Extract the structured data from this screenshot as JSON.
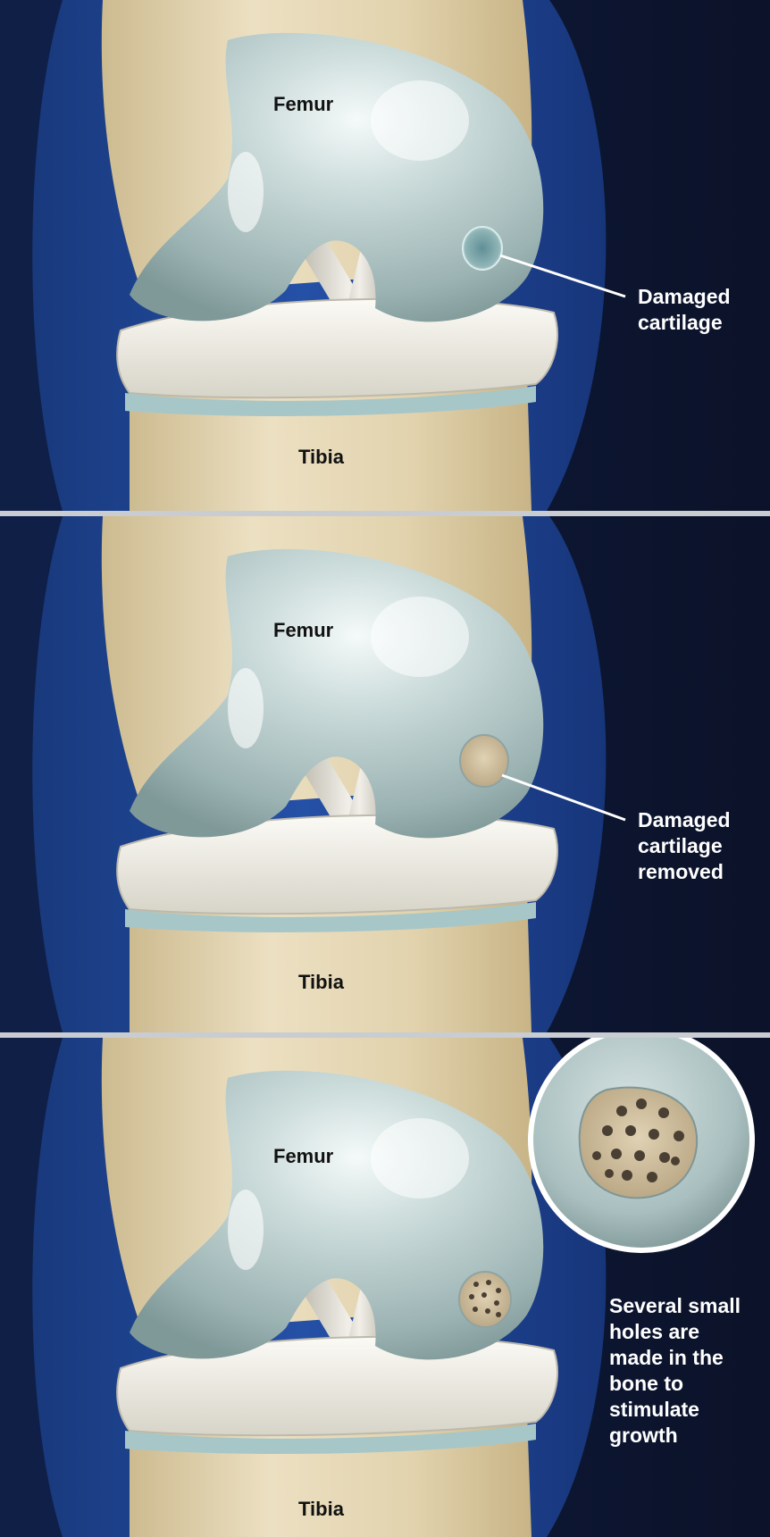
{
  "panels": [
    {
      "femur": "Femur",
      "tibia": "Tibia",
      "callout": [
        "Damaged",
        "cartilage"
      ]
    },
    {
      "femur": "Femur",
      "tibia": "Tibia",
      "callout": [
        "Damaged",
        "cartilage",
        "removed"
      ]
    },
    {
      "femur": "Femur",
      "tibia": "Tibia",
      "callout": [
        "Several small",
        "holes are",
        "made in the",
        "bone to",
        "stimulate",
        "growth"
      ]
    }
  ],
  "colors": {
    "background": "#0d1630",
    "soft_tissue": "#1d3f8c",
    "bone": "#e6d8b5",
    "cartilage": "#aec3c3",
    "divider": "#c9ccd1"
  }
}
